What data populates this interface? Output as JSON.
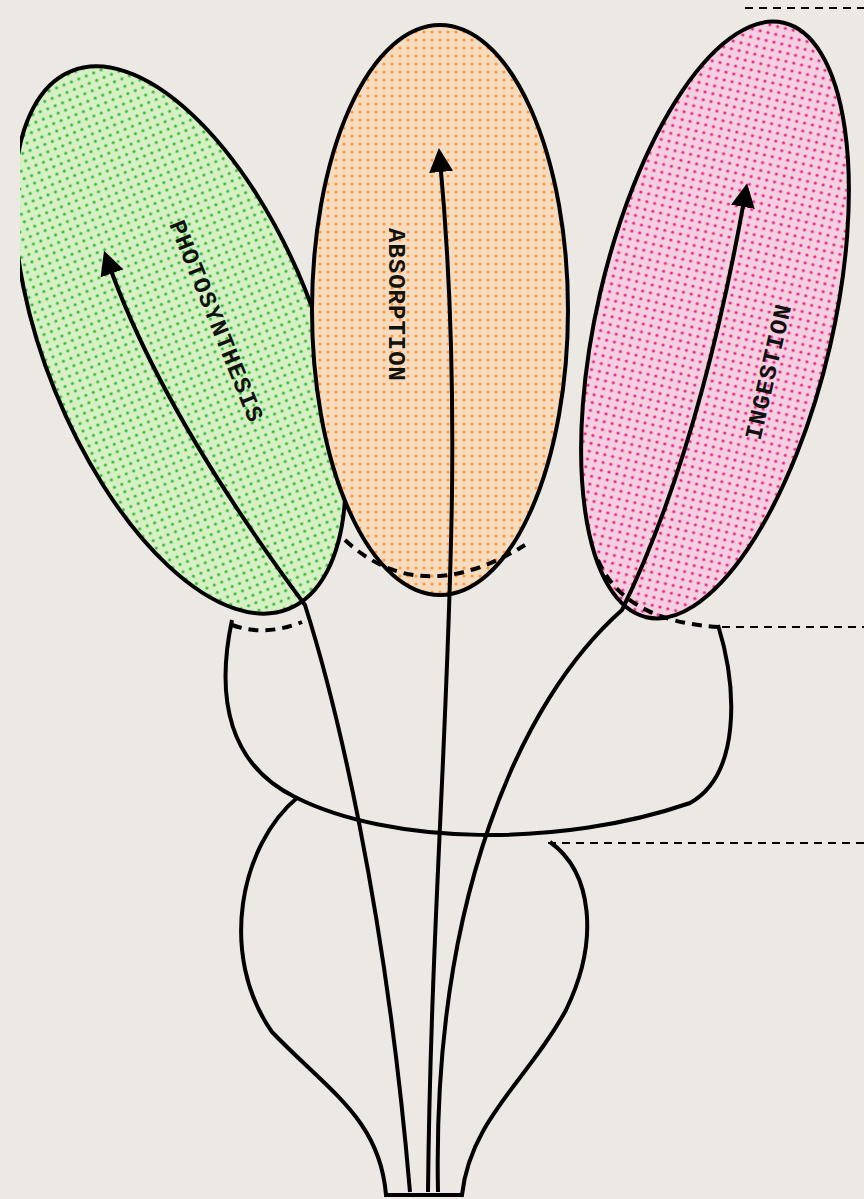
{
  "diagram": {
    "nodes": [
      {
        "text": [
          "PHOTOSYNTHESIS"
        ]
      },
      {
        "text": [
          "ABSORPTION"
        ]
      },
      {
        "text": [
          "INGESTION"
        ]
      }
    ]
  }
}
